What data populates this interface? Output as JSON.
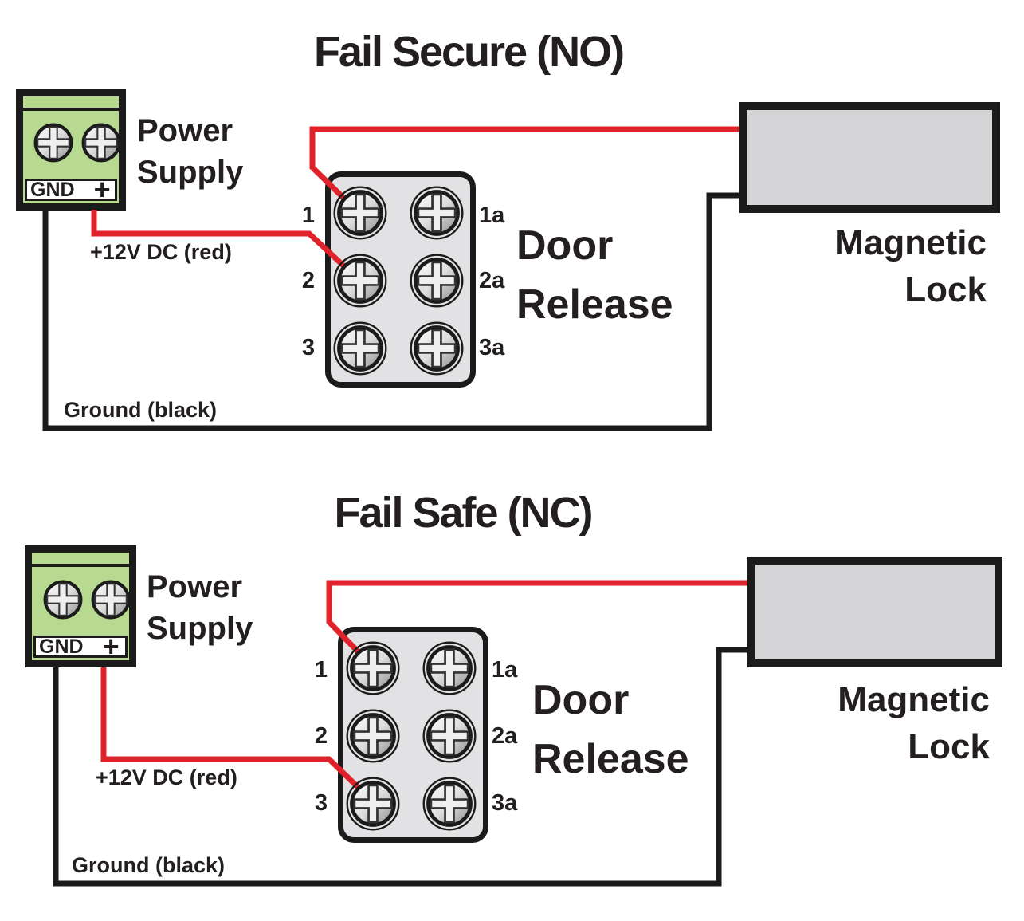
{
  "colors": {
    "wire_red": "#e0222a",
    "wire_black": "#1b1b1b",
    "outline_black": "#1b1b1b",
    "power_supply_green": "#b7da90",
    "door_release_gray": "#e2e2e4",
    "magnetic_lock_gray": "#d4d4d6",
    "text_black": "#231f20"
  },
  "diagrams": [
    {
      "title": "Fail Secure (NO)",
      "power_supply": {
        "label_line1": "Power",
        "label_line2": "Supply",
        "gnd_label": "GND",
        "plus_label": "+"
      },
      "door_release": {
        "label_line1": "Door",
        "label_line2": "Release",
        "terminals_left": [
          "1",
          "2",
          "3"
        ],
        "terminals_right": [
          "1a",
          "2a",
          "3a"
        ]
      },
      "magnetic_lock": {
        "label_line1": "Magnetic",
        "label_line2": "Lock"
      },
      "positive_wire_label": "+12V DC (red)",
      "ground_wire_label": "Ground (black)"
    },
    {
      "title": "Fail Safe (NC)",
      "power_supply": {
        "label_line1": "Power",
        "label_line2": "Supply",
        "gnd_label": "GND",
        "plus_label": "+"
      },
      "door_release": {
        "label_line1": "Door",
        "label_line2": "Release",
        "terminals_left": [
          "1",
          "2",
          "3"
        ],
        "terminals_right": [
          "1a",
          "2a",
          "3a"
        ]
      },
      "magnetic_lock": {
        "label_line1": "Magnetic",
        "label_line2": "Lock"
      },
      "positive_wire_label": "+12V DC (red)",
      "ground_wire_label": "Ground (black)"
    }
  ]
}
